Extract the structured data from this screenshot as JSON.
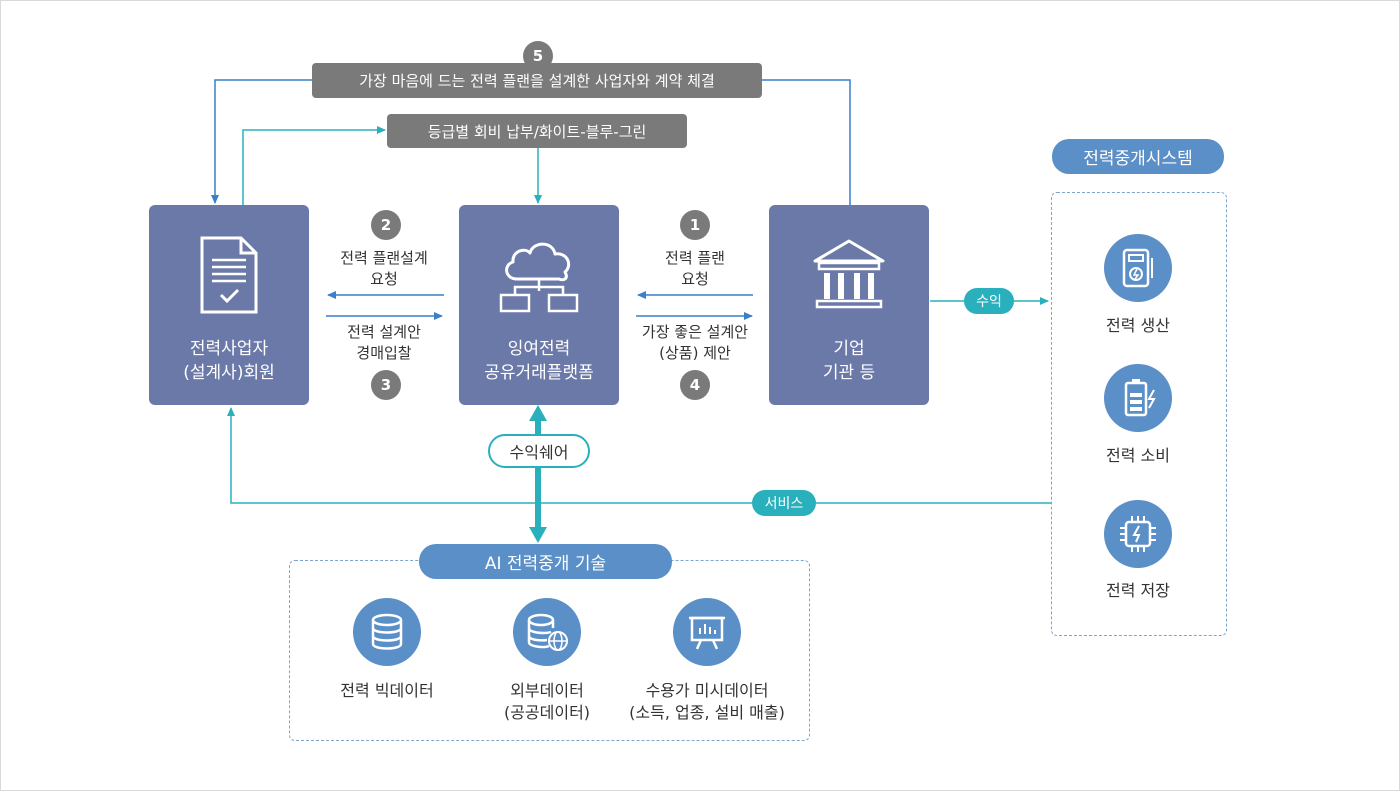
{
  "top_labels": {
    "contract": "가장 마음에 드는 전력 플랜을 설계한 사업자와 계약 체결",
    "fee": "등급별 회비 납부/화이트-블루-그린"
  },
  "steps": {
    "s1": "1",
    "s2": "2",
    "s3": "3",
    "s4": "4",
    "s5": "5"
  },
  "boxes": {
    "designer": {
      "line1": "전력사업자",
      "line2": "(설계사)회원"
    },
    "platform": {
      "line1": "잉여전력",
      "line2": "공유거래플랫폼"
    },
    "company": {
      "line1": "기업",
      "line2": "기관 등"
    }
  },
  "arrows": {
    "request_design_1": "전력 플랜설계",
    "request_design_2": "요청",
    "auction_1": "전력 설계안",
    "auction_2": "경매입찰",
    "request_plan_1": "전력 플랜",
    "request_plan_2": "요청",
    "proposal_1": "가장 좋은 설계안",
    "proposal_2": "(상품) 제안"
  },
  "tags": {
    "revenue": "수익",
    "service": "서비스",
    "revenue_share": "수익쉐어"
  },
  "system": {
    "title": "전력중개시스템",
    "items": [
      "전력 생산",
      "전력 소비",
      "전력 저장"
    ]
  },
  "ai": {
    "title": "AI 전력중개 기술",
    "items": [
      {
        "line1": "전력 빅데이터",
        "line2": ""
      },
      {
        "line1": "외부데이터",
        "line2": "(공공데이터)"
      },
      {
        "line1": "수용가 미시데이터",
        "line2": "(소득, 업종, 설비 매출)"
      }
    ]
  },
  "colors": {
    "box": "#6b79a8",
    "teal": "#2ab0bd",
    "blue": "#5b8fc7",
    "gray": "#7a7a7a"
  }
}
